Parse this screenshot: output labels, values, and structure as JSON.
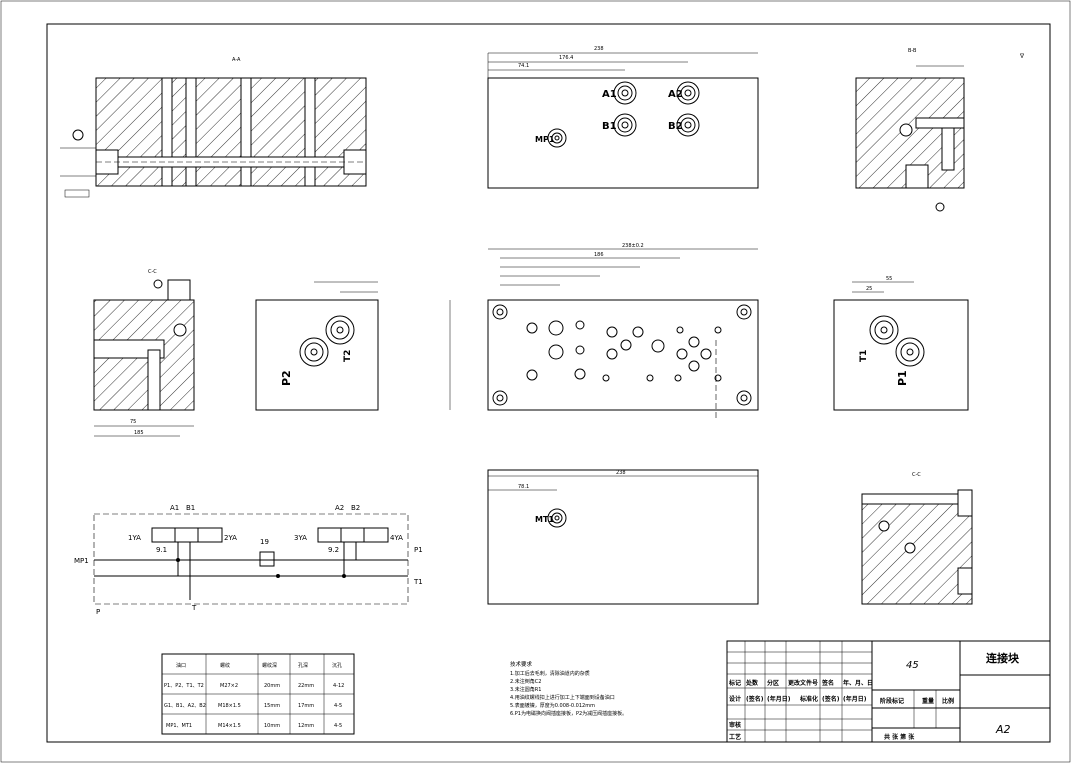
{
  "title_block": {
    "material": "45",
    "part_name": "连接块",
    "sheet_size": "A2",
    "row_labels_1": [
      "标记",
      "处数",
      "分区",
      "更改文件号",
      "签名",
      "年、月、日"
    ],
    "row_labels_2": [
      "设计",
      "(签名)",
      "(年月日)",
      "标准化",
      "(签名)",
      "(年月日)"
    ],
    "stage_mark": "阶段标记",
    "weight": "重量",
    "scale": "比例",
    "review": "审核",
    "process": "工艺",
    "sheets": "共  张  第  张"
  },
  "port_table": {
    "headers": [
      "油口",
      "螺纹",
      "螺纹深",
      "孔深",
      "沉孔"
    ],
    "rows": [
      [
        "P1、P2、T1、T2",
        "M27×2",
        "20mm",
        "22mm",
        "4-12"
      ],
      [
        "G1、B1、A2、B2",
        "M18×1.5",
        "15mm",
        "17mm",
        "4-5"
      ],
      [
        "MP1、MT1",
        "M14×1.5",
        "10mm",
        "12mm",
        "4-5"
      ]
    ]
  },
  "tech_requirements": {
    "heading": "技术要求",
    "items": [
      "1.加工后去毛刺，清除油道内的杂质",
      "2.未注倒角C2",
      "3.未注圆角R1",
      "4.用油纹螺线扣上进行加工上下端面到设备油口",
      "5.表面镀镍，厚度为0.008-0.012mm",
      "6.P1为电磁换向阀插座接板，P2为减压阀插座接板。"
    ]
  },
  "port_labels": {
    "a1": "A1",
    "a2": "A2",
    "b1": "B1",
    "b2": "B2",
    "mp1": "MP1",
    "p2": "P2",
    "t2": "T2",
    "p1": "P1",
    "t1": "T1",
    "mt1": "MT1"
  },
  "schematic": {
    "a1": "A1",
    "b1": "B1",
    "a2": "A2",
    "b2": "B2",
    "s1": "1YA",
    "s2": "2YA",
    "s3": "3YA",
    "s4": "4YA",
    "v1": "9.1",
    "v2": "9.2",
    "relief": "19",
    "mp1": "MP1",
    "p1": "P1",
    "t1": "T1",
    "p": "P",
    "t": "T"
  },
  "view_labels": {
    "section_aa": "A-A",
    "section_bb": "B-B",
    "section_cc": "C-C",
    "view_c": "C-C",
    "dim_top_1": "238",
    "dim_top_2": "176.4",
    "dim_top_3": "74.1",
    "dim_mid_1": "238±0.2",
    "dim_mid_2": "186",
    "dim_bot_1": "238",
    "dim_bot_2": "78.1",
    "dim_left_1": "75",
    "dim_left_2": "185",
    "dim_r_1": "55",
    "dim_r_2": "25"
  },
  "colors": {
    "line": "#000000",
    "paper": "#ffffff"
  }
}
